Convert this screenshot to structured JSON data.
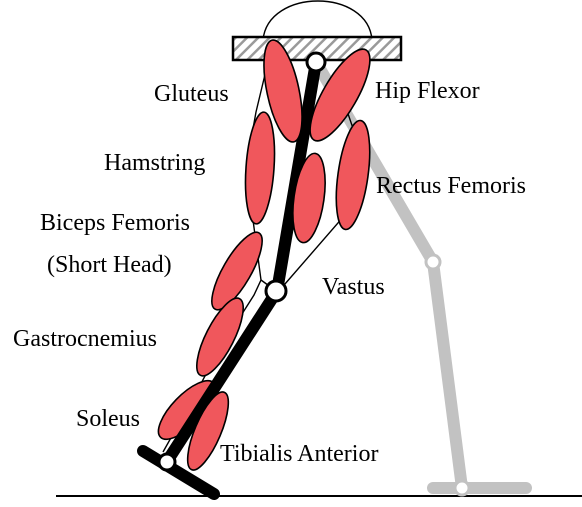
{
  "labels": {
    "gluteus": "Gluteus",
    "hip_flexor": "Hip Flexor",
    "hamstring": "Hamstring",
    "rectus_femoris": "Rectus Femoris",
    "biceps_femoris_line1": "Biceps Femoris",
    "biceps_femoris_line2": "(Short Head)",
    "vastus": "Vastus",
    "gastrocnemius": "Gastrocnemius",
    "soleus": "Soleus",
    "tibialis_anterior": "Tibialis Anterior"
  },
  "colors": {
    "muscle": "#f0575c",
    "bone": "#000000",
    "contralateral_leg": "#c2c2c2",
    "hip_attachment_hatch": "#9a9a9a"
  }
}
